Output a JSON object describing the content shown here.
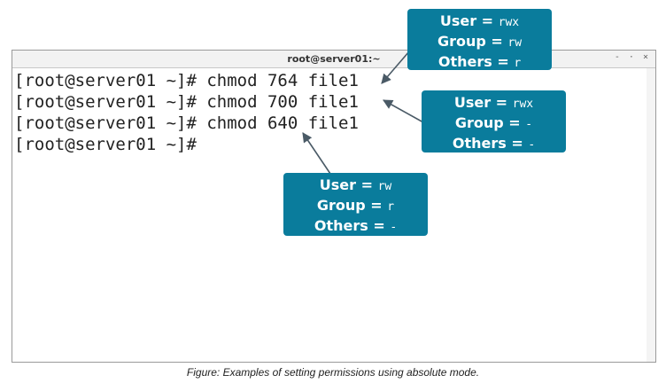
{
  "window": {
    "title": "root@server01:~",
    "controls": "- · ×"
  },
  "terminal": {
    "lines": [
      "[root@server01 ~]# chmod 764 file1",
      "[root@server01 ~]# chmod 700 file1",
      "[root@server01 ~]# chmod 640 file1",
      "[root@server01 ~]#"
    ]
  },
  "callouts": [
    {
      "user_label": "User =",
      "user_val": "rwx",
      "group_label": "Group =",
      "group_val": "rw",
      "others_label": "Others =",
      "others_val": "r"
    },
    {
      "user_label": "User =",
      "user_val": "rwx",
      "group_label": "Group =",
      "group_val": "-",
      "others_label": "Others =",
      "others_val": "-"
    },
    {
      "user_label": "User =",
      "user_val": "rw",
      "group_label": "Group =",
      "group_val": "r",
      "others_label": "Others =",
      "others_val": "-"
    }
  ],
  "caption": "Figure: Examples of setting permissions using absolute mode.",
  "colors": {
    "callout_bg": "#0a7c9c",
    "arrow": "#4a5a66"
  }
}
